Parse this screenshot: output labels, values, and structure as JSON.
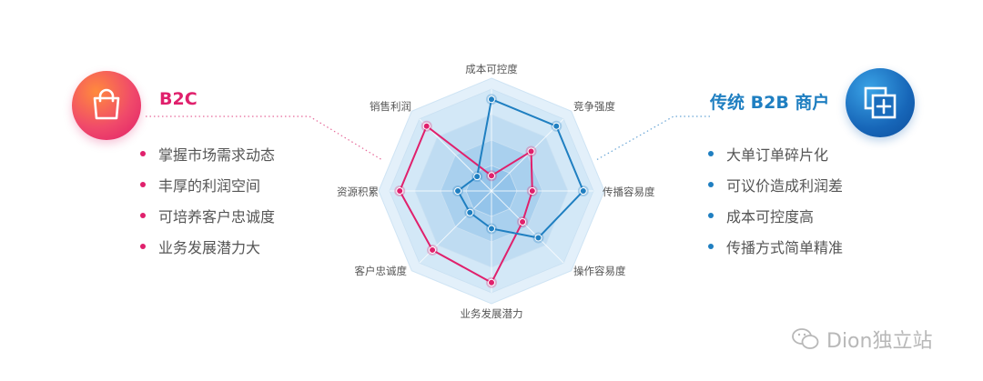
{
  "left_panel": {
    "title": "B2C",
    "icon": "shopping-bag-icon",
    "color": "#e0206c",
    "items": [
      "掌握市场需求动态",
      "丰厚的利润空间",
      "可培养客户忠诚度",
      "业务发展潜力大"
    ]
  },
  "right_panel": {
    "title": "传统 B2B 商户",
    "icon": "add-window-icon",
    "color": "#1f7fc1",
    "items": [
      "大单订单碎片化",
      "可议价造成利润差",
      "成本可控度高",
      "传播方式简单精准"
    ]
  },
  "chart_data": {
    "type": "radar",
    "axes": [
      "成本可控度",
      "竞争强度",
      "传播容易度",
      "操作容易度",
      "业务发展潜力",
      "客户忠诚度",
      "资源积累",
      "销售利润"
    ],
    "max": 10,
    "rings": 4,
    "series": [
      {
        "color": "#e0206c",
        "values": [
          1.5,
          5.5,
          4.0,
          4.3,
          9.0,
          8.2,
          9.0,
          9.0
        ]
      },
      {
        "color": "#1f7fc1",
        "values": [
          9.0,
          9.0,
          9.0,
          6.5,
          3.7,
          3.0,
          3.3,
          2.0
        ]
      }
    ]
  },
  "watermark": {
    "text": "Dion独立站",
    "icon": "wechat-icon"
  }
}
